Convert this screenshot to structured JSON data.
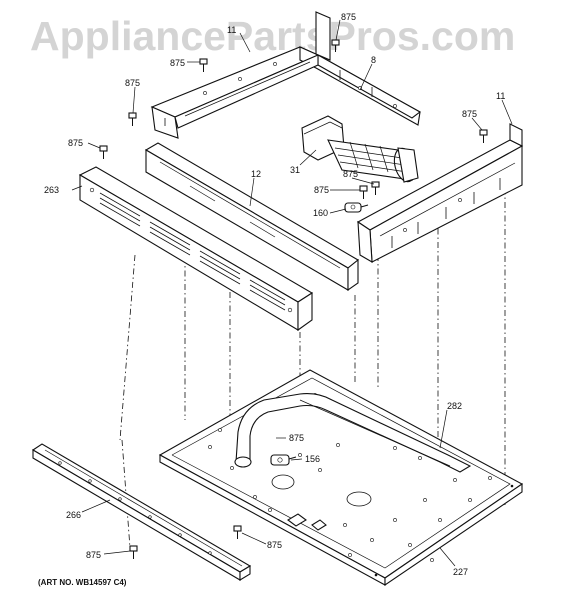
{
  "watermark": "AppliancePartsPros.com",
  "art_number": "(ART NO. WB14597 C4)",
  "parts": {
    "p875": "875",
    "p11": "11",
    "p8": "8",
    "p12": "12",
    "p31": "31",
    "p160": "160",
    "p263": "263",
    "p282": "282",
    "p156": "156",
    "p266": "266",
    "p227": "227"
  }
}
